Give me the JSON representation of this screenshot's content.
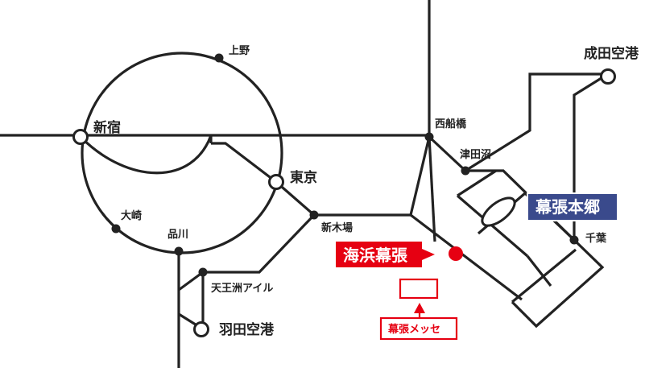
{
  "colors": {
    "line": "#222222",
    "accent": "#e60012",
    "badge_blue": "#3a4a8c"
  },
  "stations": {
    "ueno": "上野",
    "shinjuku": "新宿",
    "tokyo": "東京",
    "osaki": "大崎",
    "shinagawa": "品川",
    "tennozu": "天王洲アイル",
    "haneda": "羽田空港",
    "shinkiba": "新木場",
    "nishifunabashi": "西船橋",
    "tsudanuma": "津田沼",
    "chiba": "千葉",
    "narita": "成田空港"
  },
  "labels": {
    "kaihin_makuhari": "海浜幕張",
    "makuhari_hongo": "幕張本郷",
    "makuhari_messe": "幕張メッセ"
  }
}
